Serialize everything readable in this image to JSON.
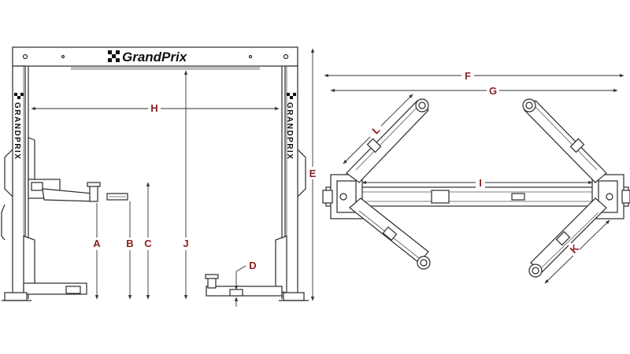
{
  "brand": {
    "logo_text": "GrandPrix",
    "column_text_left": "GRANDPRIX",
    "column_text_right": "GRANDPRIX"
  },
  "dimension_labels": {
    "A": "A",
    "B": "B",
    "C": "C",
    "D": "D",
    "E": "E",
    "F": "F",
    "G": "G",
    "H": "H",
    "I": "I",
    "J": "J",
    "K": "K",
    "L": "L"
  },
  "colors": {
    "label": "#8a1f1f",
    "line": "#2a2a2a"
  }
}
